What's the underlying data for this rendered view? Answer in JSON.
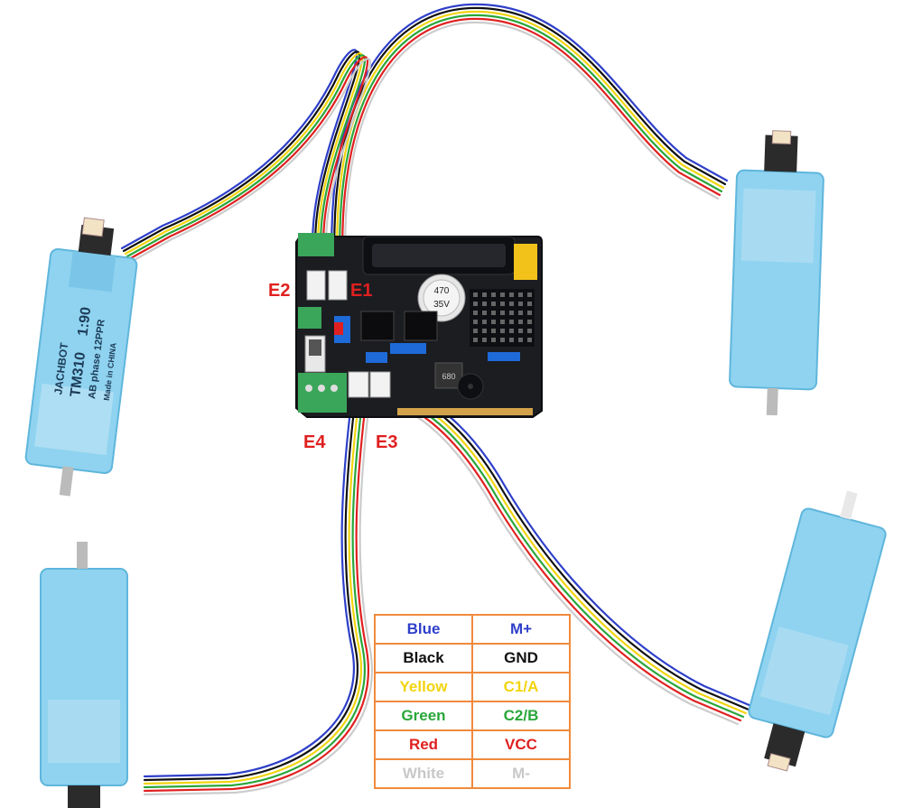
{
  "port_labels": {
    "e1": "E1",
    "e2": "E2",
    "e3": "E3",
    "e4": "E4"
  },
  "board": {
    "capacitor_value": "470",
    "capacitor_voltage": "35V",
    "inductor_code": "680"
  },
  "motor": {
    "brand": "JACHBOT",
    "model": "TM310",
    "ratio": "1:90",
    "encoder": "AB phase 12PPR",
    "origin": "Made in CHINA"
  },
  "legend": {
    "rows": [
      {
        "wire": "Blue",
        "signal": "M+",
        "color": "#2e3fc9"
      },
      {
        "wire": "Black",
        "signal": "GND",
        "color": "#111111"
      },
      {
        "wire": "Yellow",
        "signal": "C1/A",
        "color": "#f2d40e"
      },
      {
        "wire": "Green",
        "signal": "C2/B",
        "color": "#2aa63a"
      },
      {
        "wire": "Red",
        "signal": "VCC",
        "color": "#e02020"
      },
      {
        "wire": "White",
        "signal": "M-",
        "color": "#c8c8c8"
      }
    ]
  },
  "colors": {
    "motor_body": "#8fd3f0",
    "motor_shadow": "#5fb6dc",
    "board": "#1b1d21",
    "border_accent": "#f08a3c",
    "label_red": "#e02020"
  }
}
